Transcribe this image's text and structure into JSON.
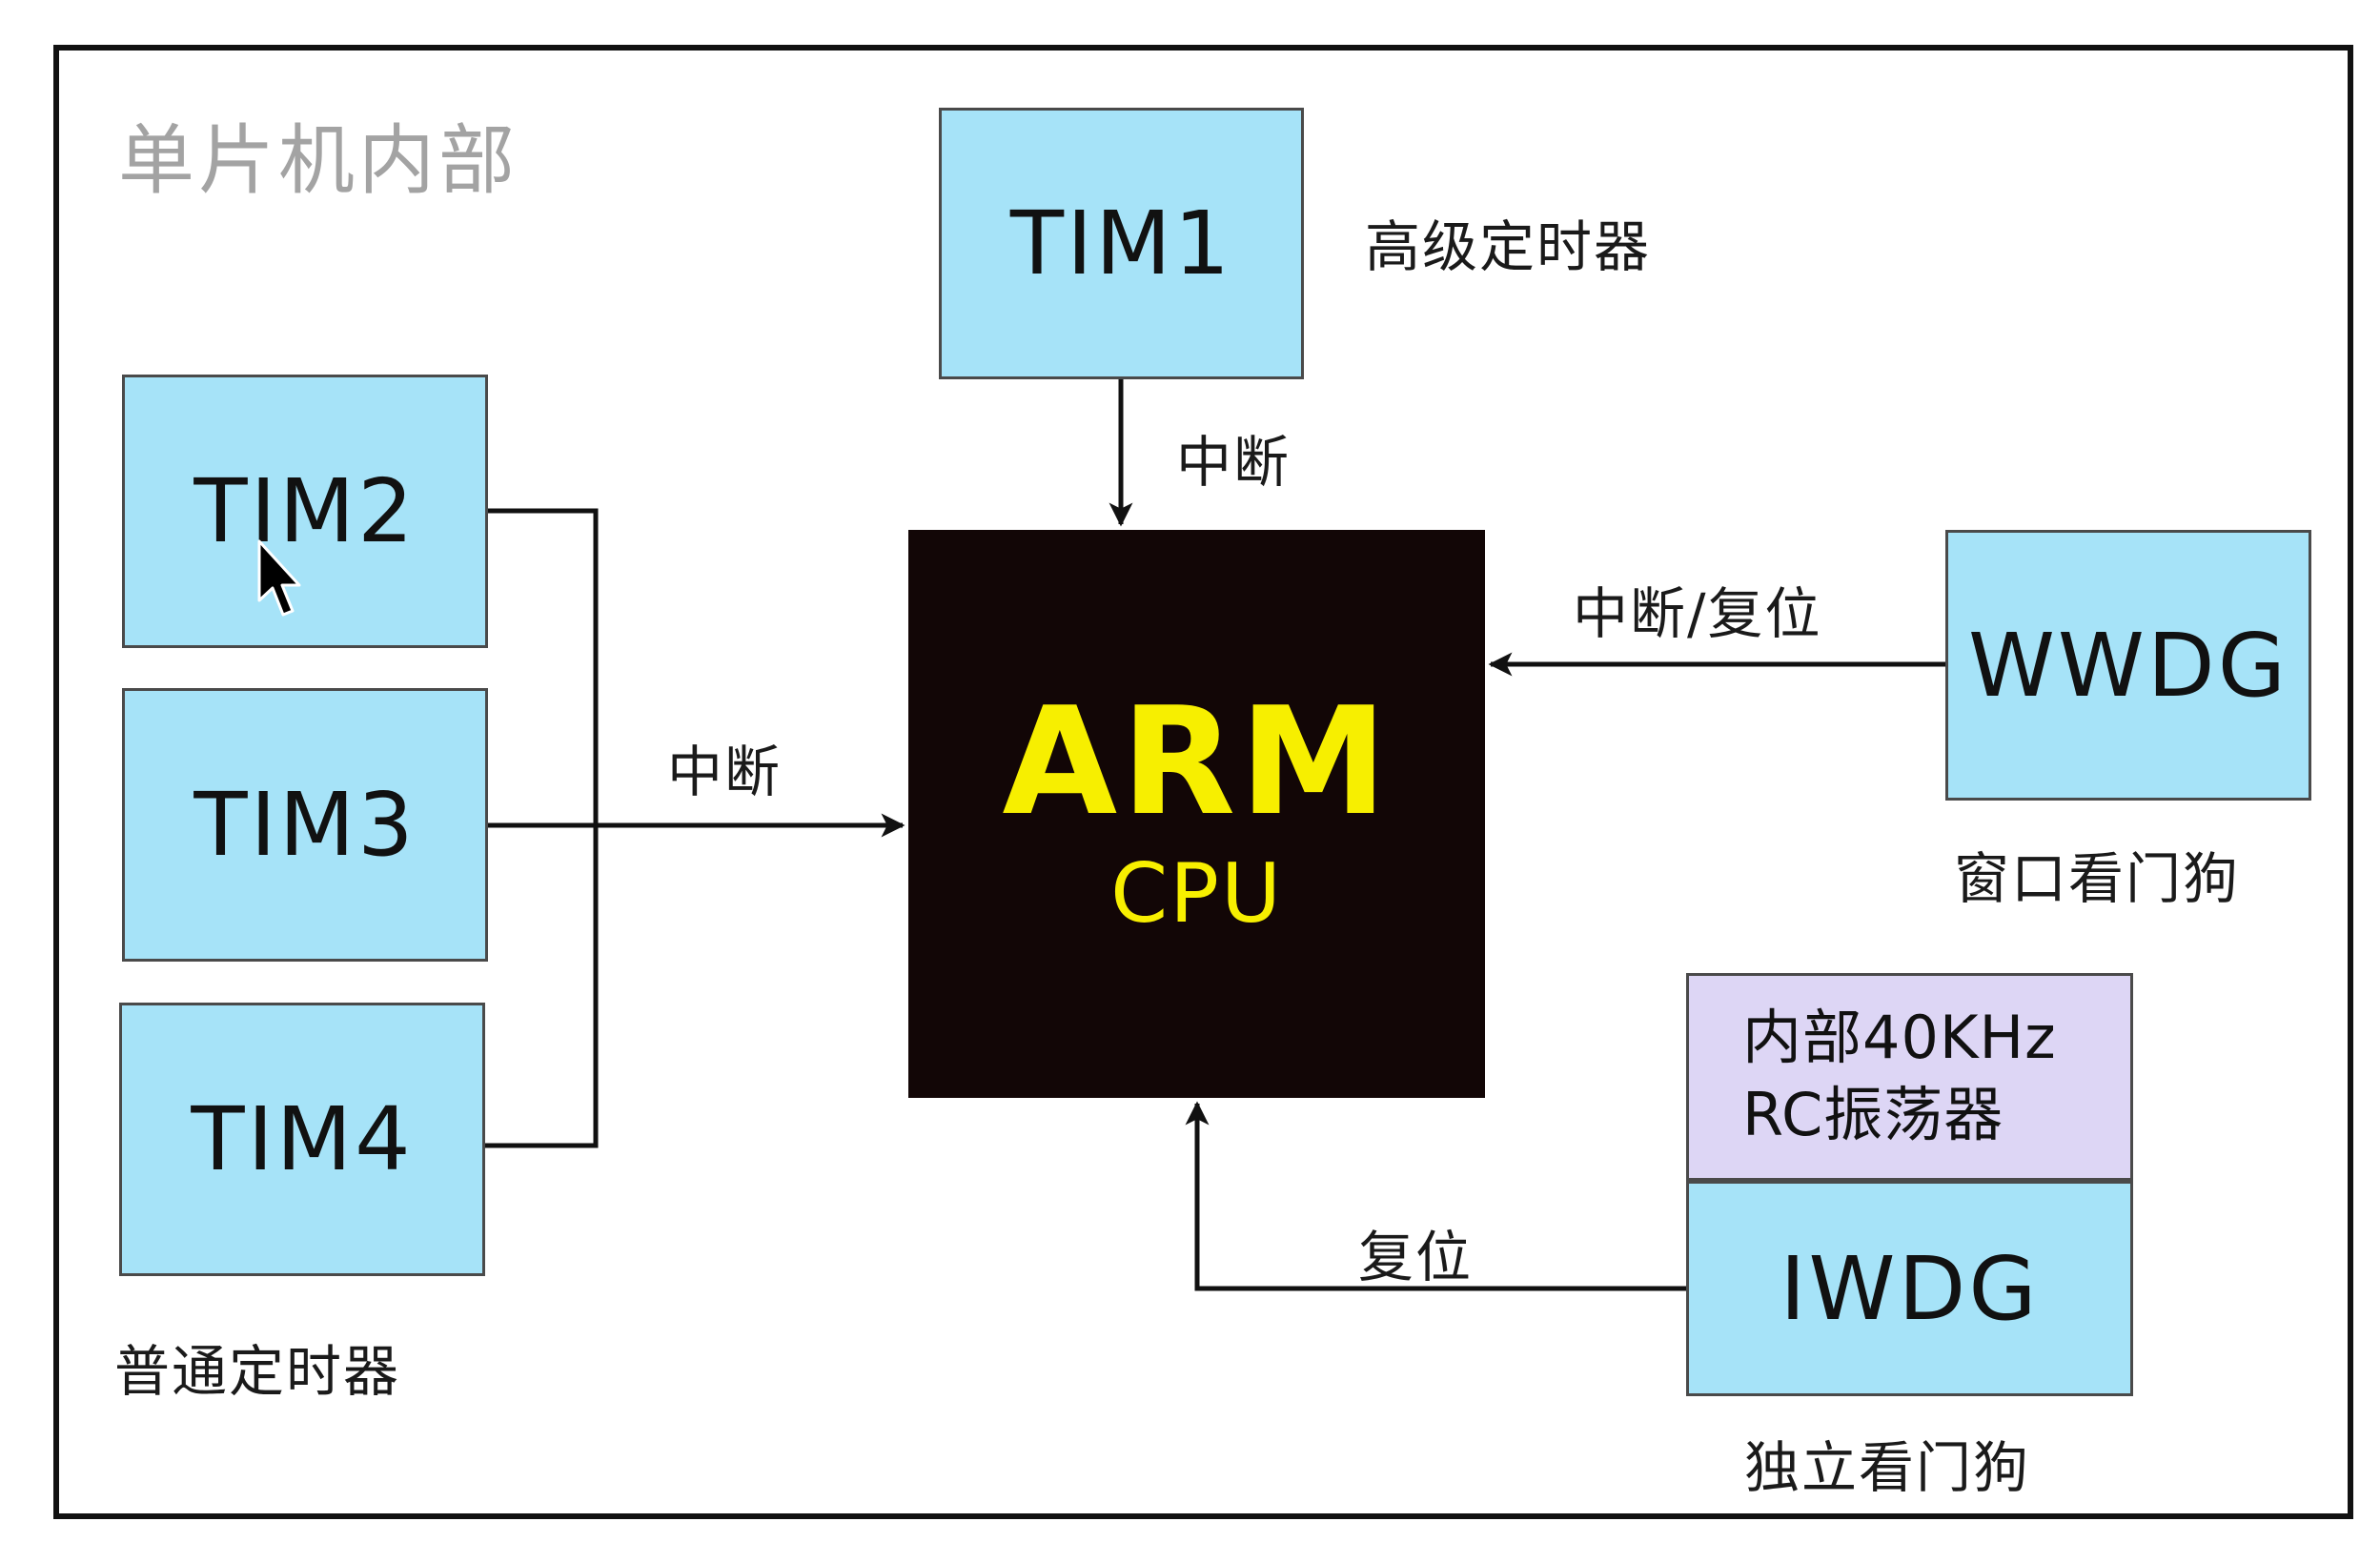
{
  "diagram": {
    "title": "单片机内部",
    "cpu": {
      "name": "ARM",
      "sub": "CPU"
    },
    "timers": {
      "advanced": {
        "name": "TIM1",
        "caption": "高级定时器"
      },
      "general": {
        "items": [
          "TIM2",
          "TIM3",
          "TIM4"
        ],
        "caption": "普通定时器"
      }
    },
    "watchdogs": {
      "window": {
        "name": "WWDG",
        "caption": "窗口看门狗"
      },
      "independent": {
        "name": "IWDG",
        "caption": "独立看门狗",
        "clock_source": [
          "内部40KHz",
          "RC振荡器"
        ]
      }
    },
    "edges": {
      "tim1_to_cpu": "中断",
      "general_timers_to_cpu": "中断",
      "wwdg_to_cpu": "中断/复位",
      "iwdg_to_cpu": "复位"
    },
    "colors": {
      "timer_fill": "#a6e3f8",
      "oscillator_fill": "#ddd6f5",
      "cpu_fill": "#120606",
      "cpu_text": "#f7ef00",
      "title_text": "#a3a3a3"
    }
  }
}
